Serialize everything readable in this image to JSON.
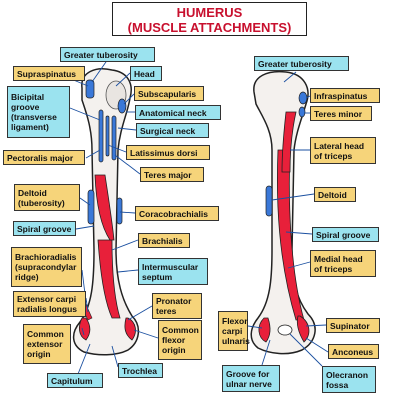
{
  "title": {
    "line1": "HUMERUS",
    "line2": "(MUSCLE ATTACHMENTS)"
  },
  "colors": {
    "origin": "#e8203a",
    "insertion": "#3a78d8",
    "label_blue": "#9be3ef",
    "label_yellow": "#f6d47a",
    "title": "#c8102e"
  },
  "labels_left": [
    {
      "id": "greater-tuberosity-left",
      "text": "Greater tuberosity",
      "color": "cyan"
    },
    {
      "id": "supraspinatus",
      "text": "Supraspinatus",
      "color": "yel"
    },
    {
      "id": "head",
      "text": "Head",
      "color": "cyan"
    },
    {
      "id": "bicipital-groove",
      "text": "Bicipital\ngroove\n(transverse\nligament)",
      "color": "cyan"
    },
    {
      "id": "subscapularis",
      "text": "Subscapularis",
      "color": "yel"
    },
    {
      "id": "anatomical-neck",
      "text": "Anatomical neck",
      "color": "cyan"
    },
    {
      "id": "surgical-neck",
      "text": "Surgical neck",
      "color": "cyan"
    },
    {
      "id": "pectoralis-major",
      "text": "Pectoralis major",
      "color": "yel"
    },
    {
      "id": "latissimus-dorsi",
      "text": "Latissimus dorsi",
      "color": "yel"
    },
    {
      "id": "teres-major",
      "text": "Teres major",
      "color": "yel"
    },
    {
      "id": "deltoid-tuberosity",
      "text": "Deltoid\n(tuberosity)",
      "color": "yel"
    },
    {
      "id": "coracobrachialis",
      "text": "Coracobrachialis",
      "color": "yel"
    },
    {
      "id": "spiral-groove-left",
      "text": "Spiral groove",
      "color": "cyan"
    },
    {
      "id": "brachialis",
      "text": "Brachialis",
      "color": "yel"
    },
    {
      "id": "brachioradialis",
      "text": "Brachioradialis\n(supracondylar\nridge)",
      "color": "yel"
    },
    {
      "id": "intermuscular-septum",
      "text": "Intermuscular\nseptum",
      "color": "cyan"
    },
    {
      "id": "extensor-carpi",
      "text": "Extensor carpi\nradialis longus",
      "color": "yel"
    },
    {
      "id": "pronator-teres",
      "text": "Pronator\nteres",
      "color": "yel"
    },
    {
      "id": "common-extensor",
      "text": "Common\nextensor\norigin",
      "color": "yel"
    },
    {
      "id": "common-flexor",
      "text": "Common\nflexor\norigin",
      "color": "yel"
    },
    {
      "id": "capitulum",
      "text": "Capitulum",
      "color": "cyan"
    },
    {
      "id": "trochlea",
      "text": "Trochlea",
      "color": "cyan"
    }
  ],
  "labels_right": [
    {
      "id": "greater-tuberosity-right",
      "text": "Greater tuberosity",
      "color": "cyan"
    },
    {
      "id": "infraspinatus",
      "text": "Infraspinatus",
      "color": "yel"
    },
    {
      "id": "teres-minor",
      "text": "Teres minor",
      "color": "yel"
    },
    {
      "id": "lateral-head-triceps",
      "text": "Lateral head\nof triceps",
      "color": "yel"
    },
    {
      "id": "deltoid-right",
      "text": "Deltoid",
      "color": "yel"
    },
    {
      "id": "spiral-groove-right",
      "text": "Spiral groove",
      "color": "cyan"
    },
    {
      "id": "medial-head-triceps",
      "text": "Medial head\nof triceps",
      "color": "yel"
    },
    {
      "id": "flexor-carpi-ulnaris",
      "text": "Flexor\ncarpi\nulnaris",
      "color": "yel"
    },
    {
      "id": "supinator",
      "text": "Supinator",
      "color": "yel"
    },
    {
      "id": "anconeus",
      "text": "Anconeus",
      "color": "yel"
    },
    {
      "id": "groove-ulnar-nerve",
      "text": "Groove for\nulnar nerve",
      "color": "cyan"
    },
    {
      "id": "olecranon-fossa",
      "text": "Olecranon\nfossa",
      "color": "cyan"
    }
  ]
}
